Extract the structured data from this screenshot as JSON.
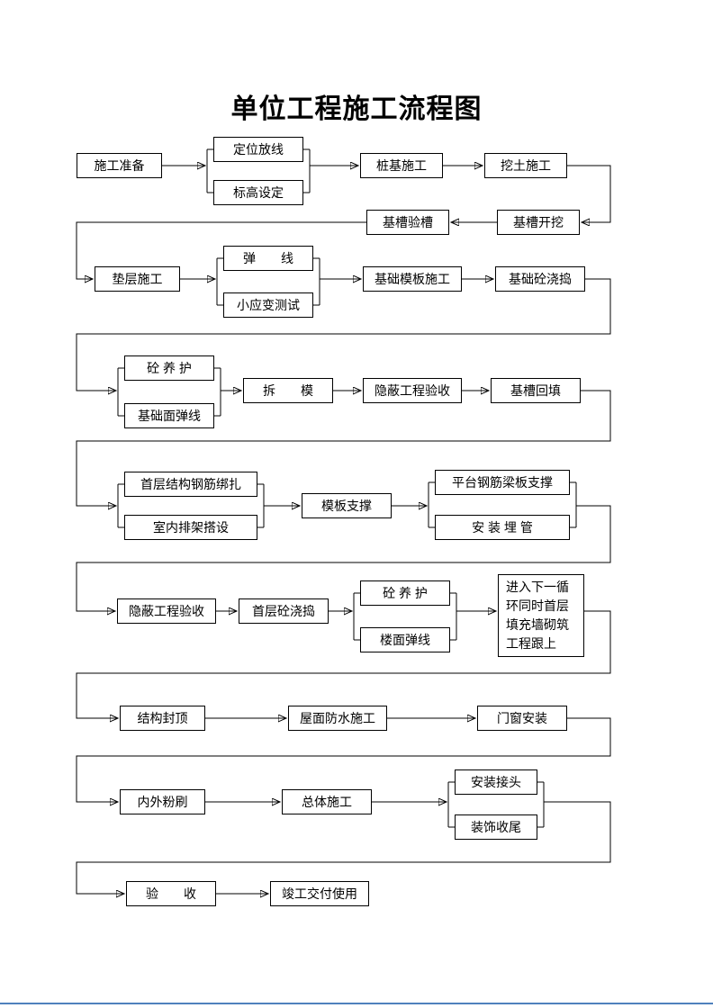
{
  "title": "单位工程施工流程图",
  "colors": {
    "line": "#000000",
    "box_border": "#000000",
    "box_background": "#ffffff",
    "page_background": "#ffffff",
    "bottom_rule": "#4f81bd"
  },
  "nodes": {
    "shigong_zhunbei": "施工准备",
    "dingwei_fangxian": "定位放线",
    "biaogao_sheding": "标高设定",
    "zhuangji_shigong": "桩基施工",
    "watu_shigong": "挖土施工",
    "jicao_yancao": "基槽验槽",
    "jicao_kaiwa": "基槽开挖",
    "dianceng_shigong": "垫层施工",
    "tan_xian": "弹　　线",
    "xiaoyingbian_ceshi": "小应变测试",
    "jichu_muban_shigong": "基础模板施工",
    "jichu_tong_jiaodao": "基础砼浇捣",
    "tong_yanghu_1": "砼 养 护",
    "jichumian_tanxian": "基础面弹线",
    "chai_mo": "拆　　模",
    "yinbi_gongcheng_yanshou_1": "隐蔽工程验收",
    "jicao_huitian": "基槽回填",
    "shouceng_jiegou_gangjin": "首层结构钢筋绑扎",
    "shinei_paijia_dashe": "室内排架搭设",
    "muban_zhicheng": "模板支撑",
    "pingtai_gangjin_liangban": "平台钢筋梁板支撑",
    "anzhuang_maiguan": "安 装 埋 管",
    "yinbi_gongcheng_yanshou_2": "隐蔽工程验收",
    "shouceng_tong_jiaodao": "首层砼浇捣",
    "tong_yanghu_2": "砼 养 护",
    "loumian_tanxian": "楼面弹线",
    "jinru_xunhuan": "进入下一循环同时首层填充墙砌筑工程跟上",
    "jiegou_fengding": "结构封顶",
    "wumian_fangshui": "屋面防水施工",
    "menchuang_anzhuang": "门窗安装",
    "neiwai_fenshua": "内外粉刷",
    "zongti_shigong": "总体施工",
    "anzhuang_jietou": "安装接头",
    "zhuangshi_shouwei": "装饰收尾",
    "yan_shou": "验　　收",
    "jungong_jiaofu": "竣工交付使用"
  }
}
